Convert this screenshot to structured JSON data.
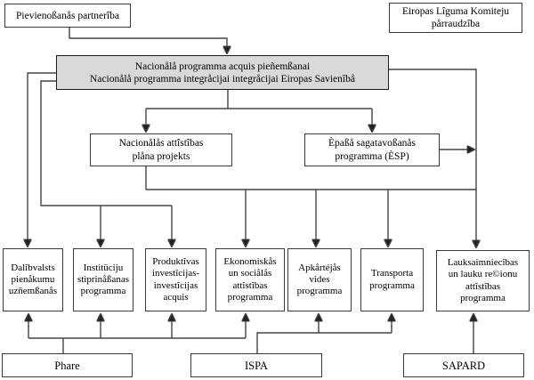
{
  "colors": {
    "gray_fill": "#d9d9d9",
    "line_color": "#454545",
    "border_color": "#3a3a3a",
    "text_color": "#000000",
    "bg_color": "#ffffff"
  },
  "nodes": {
    "partnership": {
      "lines": [
        "Pievienoßanås partnerîba"
      ]
    },
    "eu_committee": {
      "lines": [
        "Eiropas Lîguma Komiteju",
        "pårraudzîba"
      ]
    },
    "national_programme": {
      "lines": [
        "Nacionålå programma acquis pieñemßanai",
        "Nacionålå programma integråcijai integråcijai Eiropas Savienîbå"
      ]
    },
    "ndp": {
      "lines": [
        "Nacionålås attîstîbas",
        "plåna projekts"
      ]
    },
    "esp": {
      "lines": [
        "Èpaßå sagatavoßanås",
        "programma (ÈSP)"
      ]
    },
    "member_obligations": {
      "lines": [
        "Dalîbvalsts",
        "pienåkumu",
        "uzñemßanås"
      ]
    },
    "institution_building": {
      "lines": [
        "Institüciju",
        "stiprinåßanas",
        "programma"
      ]
    },
    "productive_investments": {
      "lines": [
        "Produktîvas",
        "investîcijas-",
        "investîcijas",
        "acquis"
      ]
    },
    "economic_social": {
      "lines": [
        "Ekonomiskås",
        "un sociålås",
        "attîstîbas",
        "programma"
      ]
    },
    "environment": {
      "lines": [
        "Apkårtéjås",
        "vides",
        "programma"
      ]
    },
    "transport": {
      "lines": [
        "Transporta",
        "programma"
      ]
    },
    "agriculture": {
      "lines": [
        "Lauksaimniecîbas",
        "un lauku re©ionu",
        "attîstîbas",
        "programma"
      ]
    },
    "phare": {
      "lines": [
        "Phare"
      ]
    },
    "ispa": {
      "lines": [
        "ISPA"
      ]
    },
    "sapard": {
      "lines": [
        "SAPARD"
      ]
    }
  }
}
